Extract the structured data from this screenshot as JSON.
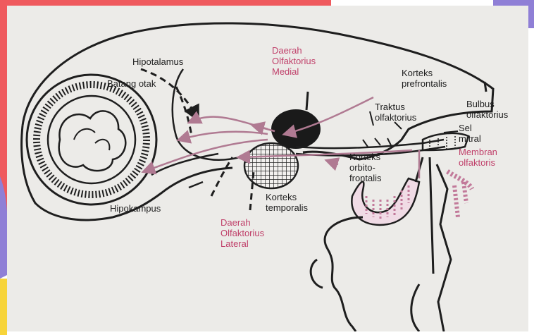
{
  "colors": {
    "photo_bg": "#ecebe8",
    "ink": "#1e1e1e",
    "pink_label": "#c0406a",
    "arrow_pink": "#b07a92",
    "corner_red": "#ef5a5e",
    "corner_purple": "#8f7fd6",
    "corner_yellow": "#f7d43a"
  },
  "labels": {
    "hipotalamus": "Hipotalamus",
    "batang_otak": "Batang otak",
    "daerah_medial": [
      "Daerah",
      "Olfaktorius",
      "Medial"
    ],
    "korteks_prefrontalis": [
      "Korteks",
      "prefrontalis"
    ],
    "traktus_olfaktorius": [
      "Traktus",
      "olfaktorius"
    ],
    "bulbus_olfaktorius": [
      "Bulbus",
      "olfaktorius"
    ],
    "sel_mitral": [
      "Sel",
      "mitral"
    ],
    "membran_olfaktoris": [
      "Membran",
      "olfaktoris"
    ],
    "korteks_orbitofrontalis": [
      "Korteks",
      "orbito-",
      "frontalis"
    ],
    "korteks_temporalis": [
      "Korteks",
      "temporalis"
    ],
    "hipokampus": "Hipokampus",
    "daerah_lateral": [
      "Daerah",
      "Olfaktorius",
      "Lateral"
    ]
  }
}
